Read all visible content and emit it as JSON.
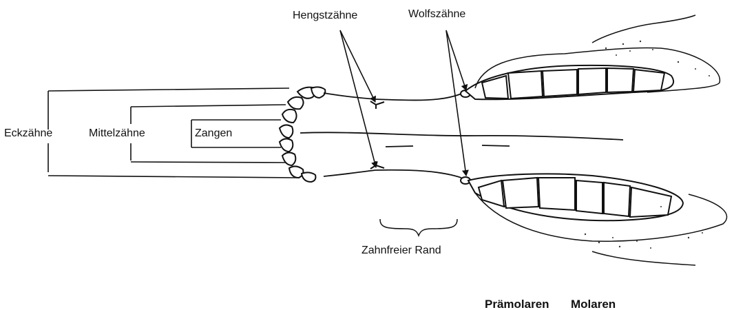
{
  "labels": {
    "hengstzaehne": "Hengstzähne",
    "wolfszaehne": "Wolfszähne",
    "eckzaehne": "Eckzähne",
    "mittelzaehne": "Mittelzähne",
    "zangen": "Zangen",
    "zahnfreier_rand": "Zahnfreier Rand",
    "praemolaren": "Prämolaren",
    "molaren": "Molaren"
  },
  "colors": {
    "ink": "#111111",
    "background": "#ffffff"
  }
}
